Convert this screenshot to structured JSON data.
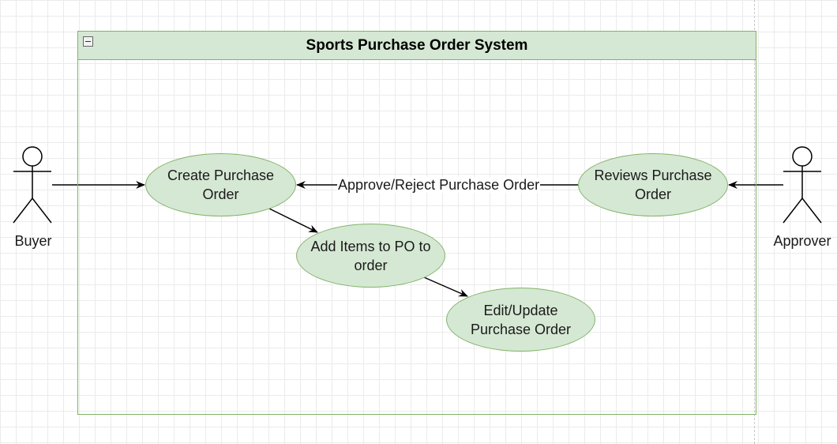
{
  "system": {
    "title": "Sports Purchase Order System"
  },
  "actors": {
    "buyer": {
      "label": "Buyer"
    },
    "approver": {
      "label": "Approver"
    }
  },
  "use_cases": {
    "create_po": "Create Purchase Order",
    "add_items": "Add Items to PO to order",
    "edit_po": "Edit/Update Purchase Order",
    "review_po": "Reviews Purchase Order"
  },
  "edges": {
    "approve_reject": "Approve/Reject Purchase Order"
  },
  "colors": {
    "fill": "#d5e8d4",
    "stroke": "#82b366"
  }
}
